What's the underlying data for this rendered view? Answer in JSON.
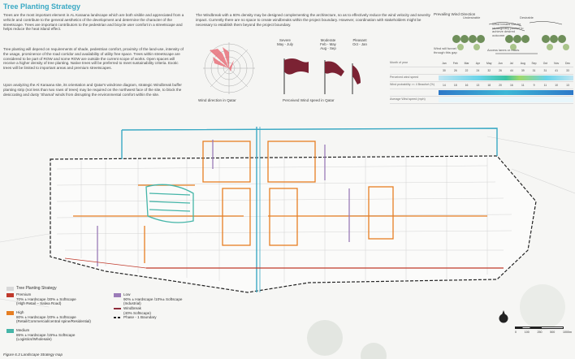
{
  "title": "Tree Planting Strategy",
  "paragraphs": [
    "Trees are the most important element in AL Karaana landscape which are both visible and appreciated from a vehicle and contribute to the general aesthetics of the development and determine the character of the streetscape. Trees are important contributors to the pedestrian and bicycle user comfort in a streetscape and helps reduce the heat island effect.",
    "Tree planting will depend on requirements of shade, pedestrian comfort, proximity of the land-use, intensity of the usage, prominence of the road corridor and availability of utility free space. Trees within streetscape are considered to be part of ROW and some ROW are outside the current scope of works. Open spaces will receive a higher density of tree planting. Native trees will be preferred to meet sustainability criteria. Exotic trees will be limited to important areas and premium streetscapes.",
    "Upon analyzing the Al Karaana site, its orientation and Qatar's windrose diagram, strategic Windbreak buffer planting strip (not less than two rows of trees) may be required on the northwest face of the site, to block the desiccating and dusty 'Shamal' winds from disrupting the environmental comfort within the site."
  ],
  "wind_text": "The Windbreak with a 60% density may be designed complementing the architecture, so as to effectively reduce the wind velocity and severity impact. Currently there are no space to create windbreaks within the project boundary. However, coordination with stakeholders might be necessary to establish them beyond the project boundary.",
  "rose_caption": "Wind direction in Qatar",
  "flags": [
    {
      "name": "Severe",
      "period": "May - July"
    },
    {
      "name": "Moderate",
      "period": "Feb - May\nAug - Sep"
    },
    {
      "name": "Pleasant",
      "period": "Oct - Jan"
    }
  ],
  "perceived_caption": "Perceived Wind speed in Qatar",
  "prevailing": {
    "title": "Prevailing Wind Direction",
    "undesirable": "Undesirable",
    "desirable": "Desirable",
    "note1": "Wind breaks can be strategically placed to achieve desired outcome",
    "note2": "Wind will funnel through this gap",
    "note3": "Access lanes or roads"
  },
  "table": {
    "months": [
      "Jan",
      "Feb",
      "Mar",
      "Apr",
      "May",
      "Jun",
      "Jul",
      "Aug",
      "Sep",
      "Oct",
      "Nov",
      "Dec"
    ],
    "rows": [
      {
        "label": "Month of year",
        "values": [
          "Jan",
          "Feb",
          "Mar",
          "Apr",
          "May",
          "Jun",
          "Jul",
          "Aug",
          "Sep",
          "Oct",
          "Nov",
          "Dec"
        ]
      },
      {
        "label": "",
        "values": [
          "30",
          "26",
          "22",
          "24",
          "32",
          "26",
          "44",
          "39",
          "31",
          "31",
          "41",
          "33"
        ]
      },
      {
        "label": "Perceived wind speed",
        "values": [
          "",
          "",
          "",
          "",
          "",
          "",
          "",
          "",
          "",
          "",
          "",
          ""
        ]
      },
      {
        "label": "Wind probability >= 4 Beaufort (%)",
        "values": [
          "14",
          "18",
          "16",
          "13",
          "18",
          "20",
          "16",
          "11",
          "9",
          "11",
          "10",
          "13"
        ]
      },
      {
        "label": "",
        "values": [
          "",
          "",
          "",
          "",
          "",
          "",
          "",
          "",
          "",
          "",
          "",
          ""
        ]
      },
      {
        "label": "Average Wind speed (mph)",
        "values": [
          "",
          "",
          "",
          "",
          "",
          "",
          "",
          "",
          "",
          "",
          "",
          ""
        ]
      }
    ]
  },
  "legend": {
    "title": "Tree Planting Strategy",
    "items": [
      {
        "name": "Premium",
        "desc": [
          "70% ± Hardscape /30% ± Softscape",
          "(High Retail – Salwa Road)"
        ],
        "color": "#c0392b"
      },
      {
        "name": "High",
        "desc": [
          "80% ± Hardscape /20% ± Softscape",
          "(Retail/Commercial/central spine/Residential)"
        ],
        "color": "#e67e22"
      },
      {
        "name": "Medium",
        "desc": [
          "85% ± Hardscape /15%± Softscape",
          "(Logistics/Wholesale)"
        ],
        "color": "#45b5a8"
      },
      {
        "name": "Low",
        "desc": [
          "90% ± Hardscape /10%± Softscape",
          "(Industrial)"
        ],
        "color": "#9b7bb8"
      },
      {
        "name": "Windbreak",
        "desc": [
          "(40% Softscape)"
        ],
        "color": "#8e2b3a"
      },
      {
        "name": "Phase - 1 Boundary",
        "desc": [],
        "color": "#222222"
      }
    ]
  },
  "figure_caption": "Figure 6.3  Landscape Strategy map",
  "scale_labels": [
    "0",
    "100",
    "250",
    "500",
    "1000m"
  ],
  "colors": {
    "accent": "#3aa9c4",
    "premium": "#c0392b",
    "high": "#e67e22",
    "medium": "#45b5a8",
    "low": "#9b7bb8",
    "windbreak": "#8e2b3a"
  }
}
